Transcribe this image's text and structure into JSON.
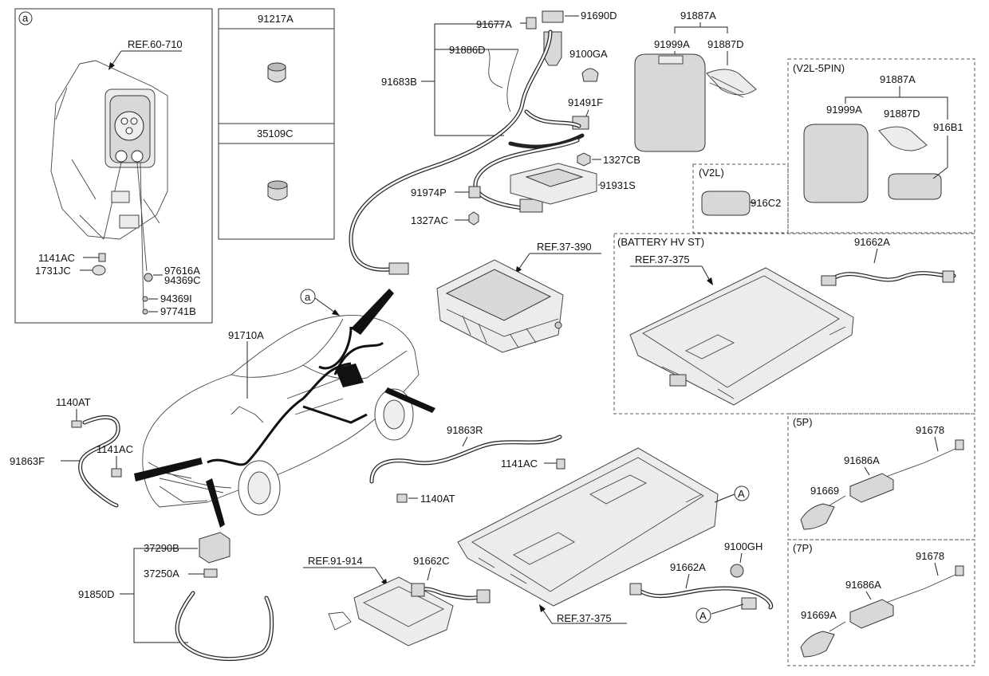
{
  "labels": {
    "a_marker": "a",
    "ref_60_710": "REF.60-710",
    "p1141AC_a": "1141AC",
    "p1731JC": "1731JC",
    "p97616A": "97616A",
    "p94369C": "94369C",
    "p94369I": "94369I",
    "p97741B": "97741B",
    "p91217A": "91217A",
    "p35109C": "35109C",
    "p91677A": "91677A",
    "p91690D": "91690D",
    "p91886D": "91886D",
    "p9100GA": "9100GA",
    "p91683B": "91683B",
    "p91491F": "91491F",
    "p1327CB": "1327CB",
    "p91931S": "91931S",
    "p91974P": "91974P",
    "p1327AC": "1327AC",
    "p91887A_top": "91887A",
    "p91999A_top": "91999A",
    "p91887D_top": "91887D",
    "v2l_5pin": "(V2L-5PIN)",
    "p91887A_v2l": "91887A",
    "p91999A_v2l": "91999A",
    "p91887D_v2l": "91887D",
    "p916B1": "916B1",
    "v2l": "(V2L)",
    "p916C2": "916C2",
    "ref_37_390": "REF.37-390",
    "battery_hv_st": "(BATTERY HV ST)",
    "ref_37_375_a": "REF.37-375",
    "p91662A_top": "91662A",
    "a_marker_car": "a",
    "p91710A": "91710A",
    "p1140AT_l": "1140AT",
    "p91863F": "91863F",
    "p1141AC_l": "1141AC",
    "p91863R": "91863R",
    "p1141AC_r": "1141AC",
    "p1140AT_r": "1140AT",
    "circle_A_top": "A",
    "p5P": "(5P)",
    "p91678_5p": "91678",
    "p91686A_5p": "91686A",
    "p91669": "91669",
    "p7P": "(7P)",
    "p91678_7p": "91678",
    "p91686A_7p": "91686A",
    "p91669A": "91669A",
    "p37290B": "37290B",
    "p37250A": "37250A",
    "p91850D": "91850D",
    "ref_91_914": "REF.91-914",
    "p91662C": "91662C",
    "p9100GH": "9100GH",
    "p91662A_bot": "91662A",
    "circle_A_bot": "A",
    "ref_37_375_b": "REF.37-375"
  }
}
